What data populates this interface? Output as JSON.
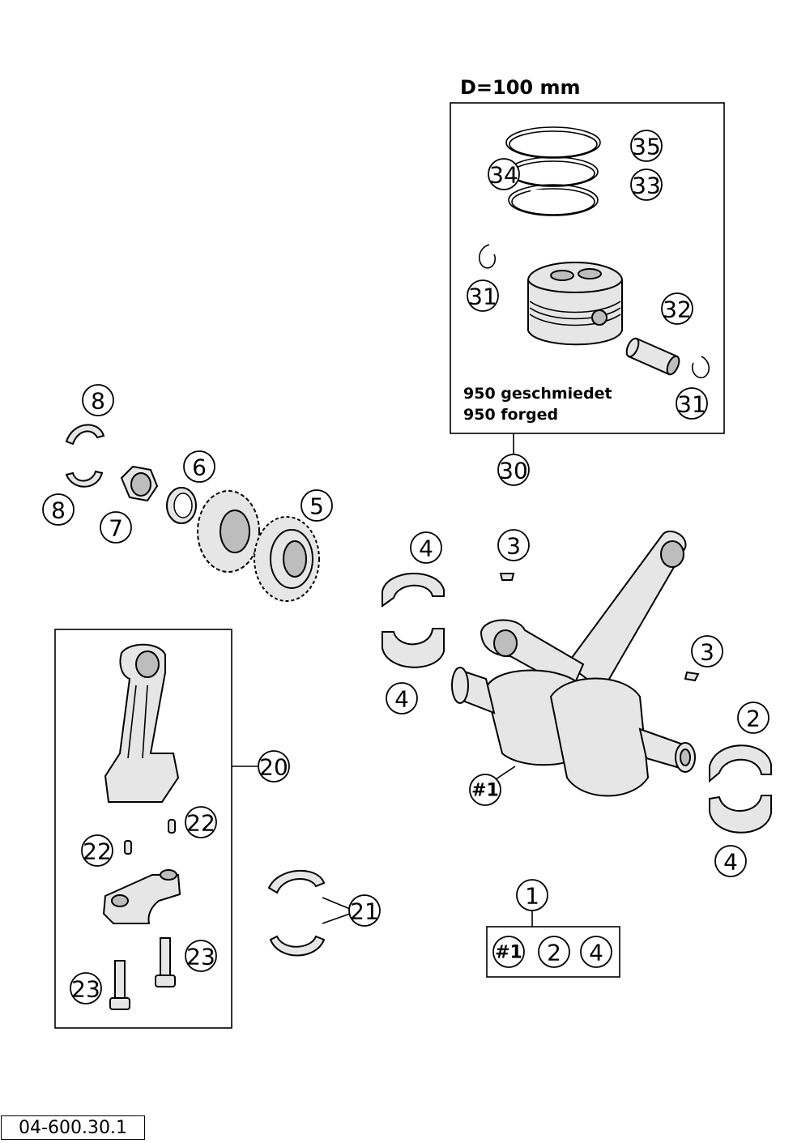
{
  "piston_kit": {
    "heading": "D=100 mm",
    "note_de": "950 geschmiedet",
    "note_en": "950 forged"
  },
  "callouts": {
    "c35": "35",
    "c34": "34",
    "c33": "33",
    "c31a": "31",
    "c32": "32",
    "c31b": "31",
    "c30": "30",
    "c8a": "8",
    "c8b": "8",
    "c7": "7",
    "c6": "6",
    "c5": "5",
    "c4a": "4",
    "c4b": "4",
    "c3a": "3",
    "c3b": "3",
    "c2": "2",
    "c4c": "4",
    "c1main": "#1",
    "c20": "20",
    "c22a": "22",
    "c22b": "22",
    "c23a": "23",
    "c23b": "23",
    "c21": "21",
    "c1": "1",
    "set1": "#1",
    "set2": "2",
    "set4": "4"
  },
  "drawing_number": "04-600.30.1"
}
